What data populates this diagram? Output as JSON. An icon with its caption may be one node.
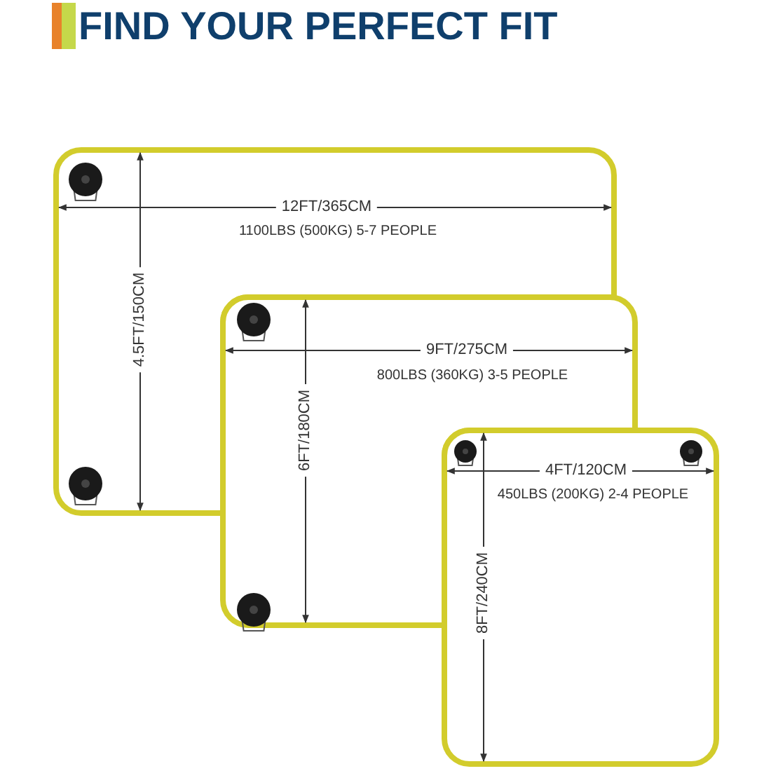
{
  "diagram": {
    "title": "FIND YOUR PERFECT FIT",
    "nodes": [
      {
        "text": [
          "12FT/365CM",
          "1100LBS (500KG)  5-7 PEOPLE",
          "4.5FT/150CM"
        ]
      },
      {
        "text": [
          "9FT/275CM",
          "800LBS (360KG)  3-5 PEOPLE",
          "6FT/180CM"
        ]
      },
      {
        "text": [
          "4FT/120CM",
          "450LBS (200KG)  2-4 PEOPLE",
          "8FT/240CM"
        ]
      }
    ]
  }
}
